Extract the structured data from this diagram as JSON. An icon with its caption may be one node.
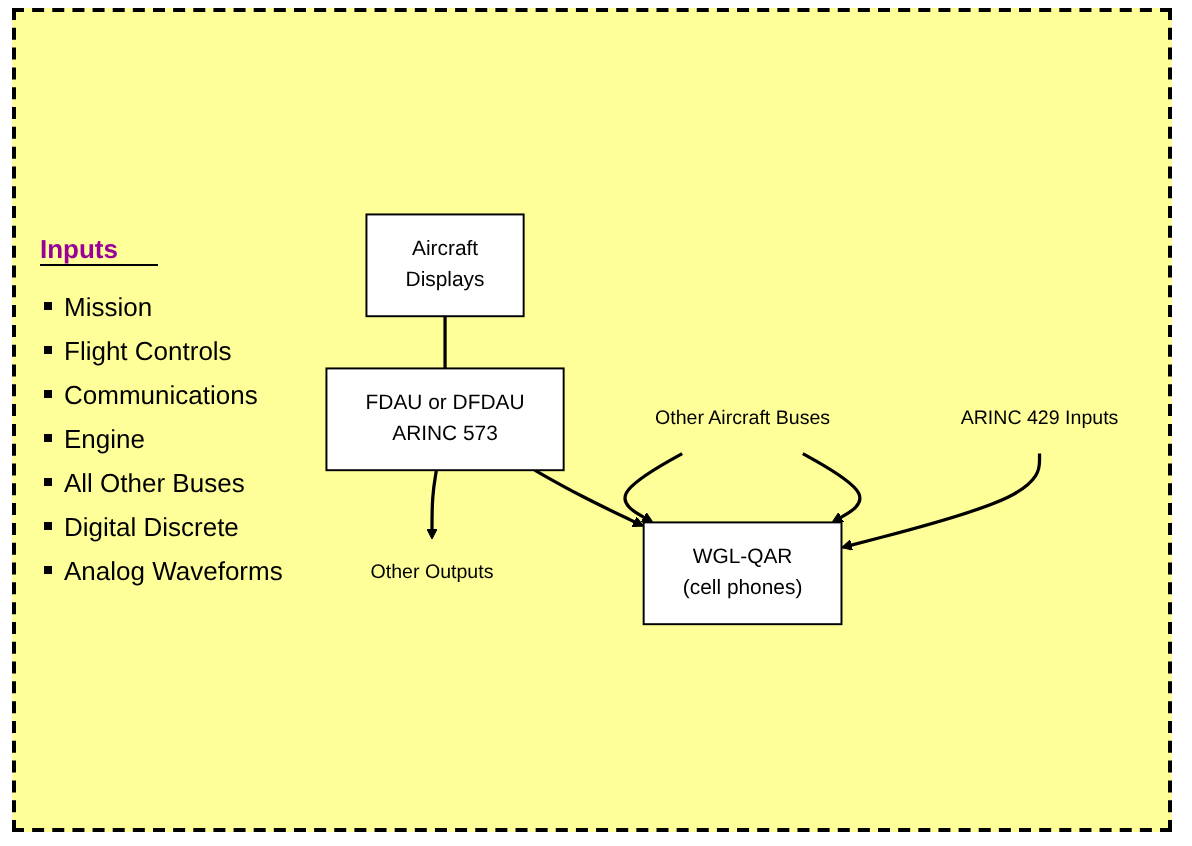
{
  "diagram": {
    "nodes": [
      {
        "text": [
          "Aircraft",
          "Displays"
        ]
      },
      {
        "text": [
          "FDAU or DFDAU",
          "ARINC 573"
        ]
      },
      {
        "text": [
          "WGL-QAR",
          "(cell phones)"
        ]
      },
      {
        "text": [
          "Other Outputs"
        ]
      },
      {
        "text": [
          "Other Aircraft Buses"
        ]
      },
      {
        "text": [
          "ARINC 429 Inputs"
        ]
      }
    ],
    "edges": [
      {
        "from": 0,
        "to": 1,
        "arrow": "none"
      },
      {
        "from": 1,
        "to": 2,
        "arrow": "to"
      },
      {
        "from": 1,
        "to": 3,
        "arrow": "to"
      },
      {
        "from": 4,
        "to": 2,
        "arrow": "to"
      },
      {
        "from": 4,
        "to": 2,
        "arrow": "to"
      },
      {
        "from": 5,
        "to": 2,
        "arrow": "to"
      }
    ],
    "labels": [
      "Inputs",
      "Mission",
      "Flight Controls",
      "Communications",
      "Engine",
      "All Other Buses",
      "Digital Discrete",
      "Analog Waveforms"
    ]
  }
}
